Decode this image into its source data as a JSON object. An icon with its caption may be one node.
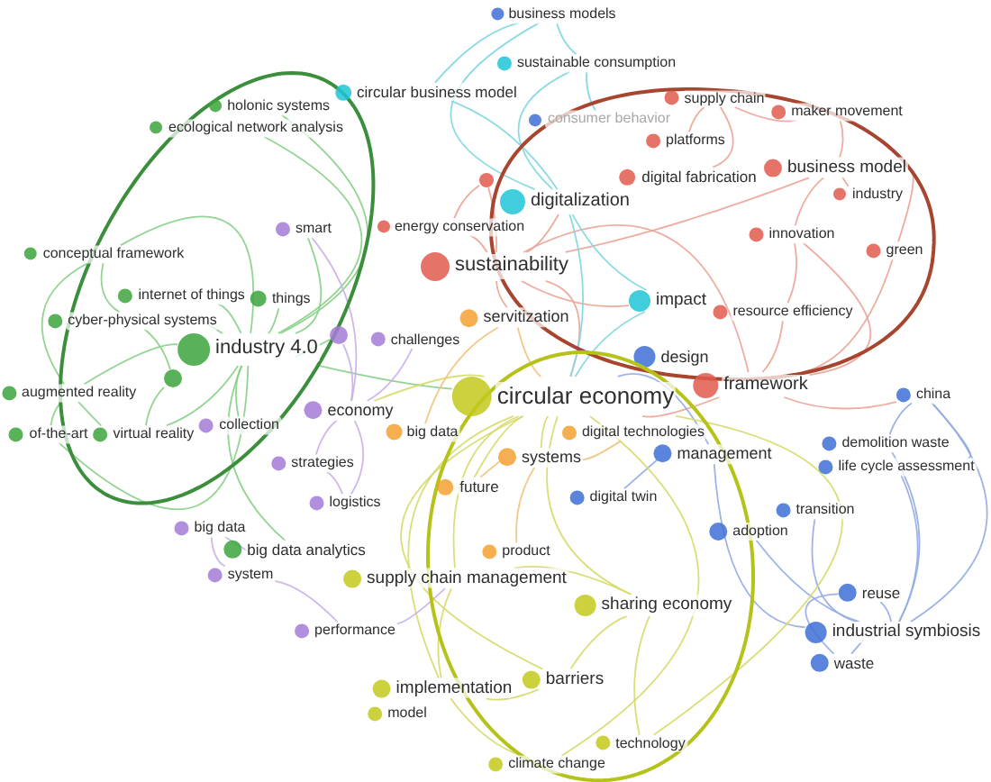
{
  "diagram": {
    "nodes": [
      {
        "text": [],
        "shape": "ellipse"
      },
      {
        "text": [],
        "shape": "ellipse"
      },
      {
        "text": [],
        "shape": "ellipse"
      },
      {
        "text": [
          "business models"
        ]
      },
      {
        "text": [
          "sustainable consumption"
        ]
      },
      {
        "text": [
          "circular business model"
        ]
      },
      {
        "text": [
          "supply chain"
        ],
        "in": 1
      },
      {
        "text": [
          "maker movement"
        ],
        "in": 1
      },
      {
        "text": [
          "holonic systems"
        ],
        "in": 0
      },
      {
        "text": [
          "ecological network analysis"
        ],
        "in": 0
      },
      {
        "text": [
          "consumer behavior"
        ],
        "in": 1
      },
      {
        "text": [
          "platforms"
        ],
        "in": 1
      },
      {
        "text": [
          "business model"
        ],
        "in": 1
      },
      {
        "text": [
          "digital fabrication"
        ],
        "in": 1
      },
      {
        "text": [
          "industry"
        ],
        "in": 1
      },
      {
        "text": [
          "digitalization"
        ],
        "in": 1
      },
      {
        "text": [
          "energy conservation"
        ]
      },
      {
        "text": [
          "smart"
        ],
        "in": 0
      },
      {
        "text": [
          "innovation"
        ],
        "in": 1
      },
      {
        "text": [
          "green"
        ],
        "in": 1
      },
      {
        "text": [
          "conceptual framework"
        ],
        "in": 0
      },
      {
        "text": [
          "sustainability"
        ],
        "in": 1
      },
      {
        "text": [
          "internet of things"
        ],
        "in": 0
      },
      {
        "text": [
          "things"
        ],
        "in": 0
      },
      {
        "text": [
          "impact"
        ],
        "in": 1
      },
      {
        "text": [
          "resource efficiency"
        ],
        "in": 1
      },
      {
        "text": [
          "cyber-physical systems"
        ],
        "in": 0
      },
      {
        "text": [
          "servitization"
        ]
      },
      {
        "text": [
          "challenges"
        ]
      },
      {
        "text": [
          "industry 4.0"
        ],
        "in": 0
      },
      {
        "text": [
          "design"
        ],
        "in": 1
      },
      {
        "text": [
          "framework"
        ]
      },
      {
        "text": [
          "china"
        ]
      },
      {
        "text": [
          "circular economy"
        ],
        "in": 2
      },
      {
        "text": [
          "augmented reality"
        ]
      },
      {
        "text": [
          "big data"
        ]
      },
      {
        "text": [
          "economy"
        ]
      },
      {
        "text": [
          "digital technologies"
        ],
        "in": 2
      },
      {
        "text": [
          "collection"
        ],
        "in": 0
      },
      {
        "text": [
          "of-the-art"
        ]
      },
      {
        "text": [
          "virtual reality"
        ],
        "in": 0
      },
      {
        "text": [
          "demolition waste"
        ]
      },
      {
        "text": [
          "management"
        ]
      },
      {
        "text": [
          "systems"
        ],
        "in": 2
      },
      {
        "text": [
          "life cycle assessment"
        ]
      },
      {
        "text": [
          "strategies"
        ]
      },
      {
        "text": [
          "future"
        ],
        "in": 2
      },
      {
        "text": [
          "digital twin"
        ],
        "in": 2
      },
      {
        "text": [
          "logistics"
        ]
      },
      {
        "text": [
          "transition"
        ]
      },
      {
        "text": [
          "adoption"
        ]
      },
      {
        "text": [
          "big data"
        ]
      },
      {
        "text": [
          "big data analytics"
        ]
      },
      {
        "text": [
          "product"
        ],
        "in": 2
      },
      {
        "text": [
          "system"
        ]
      },
      {
        "text": [
          "supply chain management"
        ],
        "in": 2
      },
      {
        "text": [
          "reuse"
        ]
      },
      {
        "text": [
          "sharing economy"
        ],
        "in": 2
      },
      {
        "text": [
          "performance"
        ]
      },
      {
        "text": [
          "industrial symbiosis"
        ]
      },
      {
        "text": [
          "waste"
        ]
      },
      {
        "text": [
          "barriers"
        ],
        "in": 2
      },
      {
        "text": [
          "implementation"
        ]
      },
      {
        "text": [
          "model"
        ]
      },
      {
        "text": [
          "technology"
        ],
        "in": 2
      },
      {
        "text": [
          "climate change"
        ],
        "in": 2
      },
      {
        "text": [],
        "shape": "circle"
      },
      {
        "text": [],
        "shape": "circle"
      },
      {
        "text": [],
        "shape": "circle",
        "in": 0
      }
    ],
    "edges": [
      {
        "from": 29,
        "to": 22,
        "arrow": "none",
        "color": "#86cf86"
      },
      {
        "from": 29,
        "to": 23,
        "arrow": "none",
        "color": "#86cf86"
      },
      {
        "from": 29,
        "to": 26,
        "arrow": "none",
        "color": "#86cf86"
      },
      {
        "from": 29,
        "to": 34,
        "arrow": "none",
        "color": "#86cf86"
      },
      {
        "from": 29,
        "to": 40,
        "arrow": "none",
        "color": "#86cf86"
      },
      {
        "from": 29,
        "to": 39,
        "arrow": "none",
        "color": "#86cf86"
      },
      {
        "from": 29,
        "to": 20,
        "arrow": "none",
        "color": "#86cf86"
      },
      {
        "from": 29,
        "to": 52,
        "arrow": "none",
        "color": "#86cf86"
      },
      {
        "from": 29,
        "to": 17,
        "arrow": "none",
        "color": "#86cf86"
      },
      {
        "from": 29,
        "to": 8,
        "arrow": "none",
        "color": "#86cf86"
      },
      {
        "from": 29,
        "to": 9,
        "arrow": "none",
        "color": "#86cf86"
      },
      {
        "from": 29,
        "to": 38,
        "arrow": "none",
        "color": "#86cf86"
      },
      {
        "from": 29,
        "to": 33,
        "arrow": "none",
        "color": "#86cf86"
      },
      {
        "from": 34,
        "to": 39,
        "arrow": "none",
        "color": "#86cf86"
      },
      {
        "from": 34,
        "to": 40,
        "arrow": "none",
        "color": "#86cf86"
      },
      {
        "from": 20,
        "to": 26,
        "arrow": "none",
        "color": "#86cf86"
      },
      {
        "from": 20,
        "to": 34,
        "arrow": "none",
        "color": "#86cf86"
      },
      {
        "from": 29,
        "to": 67,
        "arrow": "none",
        "color": "#86cf86"
      },
      {
        "from": 68,
        "to": 26,
        "arrow": "none",
        "color": "#86cf86"
      },
      {
        "from": 68,
        "to": 40,
        "arrow": "none",
        "color": "#86cf86"
      },
      {
        "from": 21,
        "to": 15,
        "arrow": "none"
      },
      {
        "from": 21,
        "to": 16,
        "arrow": "none"
      },
      {
        "from": 21,
        "to": 31,
        "arrow": "none"
      },
      {
        "from": 21,
        "to": 12,
        "arrow": "none"
      },
      {
        "from": 21,
        "to": 33,
        "arrow": "none"
      },
      {
        "from": 21,
        "to": 27,
        "arrow": "none"
      },
      {
        "from": 21,
        "to": 24,
        "arrow": "none"
      },
      {
        "from": 6,
        "to": 11,
        "arrow": "none"
      },
      {
        "from": 6,
        "to": 13,
        "arrow": "none"
      },
      {
        "from": 6,
        "to": 7,
        "arrow": "none"
      },
      {
        "from": 12,
        "to": 7,
        "arrow": "none"
      },
      {
        "from": 12,
        "to": 18,
        "arrow": "none"
      },
      {
        "from": 12,
        "to": 14,
        "arrow": "none"
      },
      {
        "from": 12,
        "to": 19,
        "arrow": "none"
      },
      {
        "from": 31,
        "to": 25,
        "arrow": "none"
      },
      {
        "from": 31,
        "to": 18,
        "arrow": "none"
      },
      {
        "from": 31,
        "to": 19,
        "arrow": "none"
      },
      {
        "from": 31,
        "to": 33,
        "arrow": "none"
      },
      {
        "from": 31,
        "to": 32,
        "arrow": "none"
      },
      {
        "from": 25,
        "to": 18,
        "arrow": "none"
      },
      {
        "from": 21,
        "to": 66,
        "arrow": "none"
      },
      {
        "from": 66,
        "to": 16,
        "arrow": "none"
      },
      {
        "from": 3,
        "to": 4,
        "arrow": "none",
        "color": "#7fd6df"
      },
      {
        "from": 3,
        "to": 5,
        "arrow": "none",
        "color": "#7fd6df"
      },
      {
        "from": 3,
        "to": 15,
        "arrow": "none",
        "color": "#7fd6df"
      },
      {
        "from": 4,
        "to": 10,
        "arrow": "none",
        "color": "#7fd6df"
      },
      {
        "from": 4,
        "to": 15,
        "arrow": "none",
        "color": "#7fd6df"
      },
      {
        "from": 15,
        "to": 24,
        "arrow": "none",
        "color": "#7fd6df"
      },
      {
        "from": 15,
        "to": 33,
        "arrow": "none",
        "color": "#7fd6df"
      },
      {
        "from": 5,
        "to": 15,
        "arrow": "none",
        "color": "#7fd6df"
      },
      {
        "from": 24,
        "to": 33,
        "arrow": "none",
        "color": "#7fd6df"
      },
      {
        "from": 59,
        "to": 56,
        "arrow": "none",
        "color": "#93abe3"
      },
      {
        "from": 59,
        "to": 60,
        "arrow": "none",
        "color": "#93abe3"
      },
      {
        "from": 59,
        "to": 32,
        "arrow": "none",
        "color": "#93abe3"
      },
      {
        "from": 59,
        "to": 41,
        "arrow": "none",
        "color": "#93abe3"
      },
      {
        "from": 59,
        "to": 44,
        "arrow": "none",
        "color": "#93abe3"
      },
      {
        "from": 59,
        "to": 49,
        "arrow": "none",
        "color": "#93abe3"
      },
      {
        "from": 59,
        "to": 42,
        "arrow": "none",
        "color": "#93abe3"
      },
      {
        "from": 59,
        "to": 50,
        "arrow": "none",
        "color": "#93abe3"
      },
      {
        "from": 32,
        "to": 41,
        "arrow": "none",
        "color": "#93abe3"
      },
      {
        "from": 32,
        "to": 44,
        "arrow": "none",
        "color": "#93abe3"
      },
      {
        "from": 42,
        "to": 33,
        "arrow": "none",
        "color": "#93abe3"
      },
      {
        "from": 42,
        "to": 47,
        "arrow": "none",
        "color": "#93abe3"
      },
      {
        "from": 56,
        "to": 60,
        "arrow": "none",
        "color": "#93abe3"
      },
      {
        "from": 33,
        "to": 43,
        "arrow": "none",
        "color": "#d6da6a"
      },
      {
        "from": 33,
        "to": 55,
        "arrow": "none",
        "color": "#d6da6a"
      },
      {
        "from": 33,
        "to": 57,
        "arrow": "none",
        "color": "#d6da6a"
      },
      {
        "from": 33,
        "to": 61,
        "arrow": "none",
        "color": "#d6da6a"
      },
      {
        "from": 33,
        "to": 62,
        "arrow": "none",
        "color": "#d6da6a"
      },
      {
        "from": 33,
        "to": 36,
        "arrow": "none",
        "color": "#d6da6a"
      },
      {
        "from": 33,
        "to": 46,
        "arrow": "none",
        "color": "#d6da6a"
      },
      {
        "from": 33,
        "to": 64,
        "arrow": "none",
        "color": "#d6da6a"
      },
      {
        "from": 33,
        "to": 65,
        "arrow": "none",
        "color": "#d6da6a"
      },
      {
        "from": 57,
        "to": 61,
        "arrow": "none",
        "color": "#d6da6a"
      },
      {
        "from": 57,
        "to": 55,
        "arrow": "none",
        "color": "#d6da6a"
      },
      {
        "from": 57,
        "to": 64,
        "arrow": "none",
        "color": "#d6da6a"
      },
      {
        "from": 62,
        "to": 61,
        "arrow": "none",
        "color": "#d6da6a"
      },
      {
        "from": 62,
        "to": 65,
        "arrow": "none",
        "color": "#d6da6a"
      },
      {
        "from": 55,
        "to": 62,
        "arrow": "none",
        "color": "#d6da6a"
      },
      {
        "from": 36,
        "to": 45,
        "arrow": "none",
        "color": "#c9b0e8"
      },
      {
        "from": 36,
        "to": 48,
        "arrow": "none",
        "color": "#c9b0e8"
      },
      {
        "from": 36,
        "to": 28,
        "arrow": "none",
        "color": "#c9b0e8"
      },
      {
        "from": 36,
        "to": 17,
        "arrow": "none",
        "color": "#c9b0e8"
      },
      {
        "from": 51,
        "to": 54,
        "arrow": "none",
        "color": "#c9b0e8"
      },
      {
        "from": 51,
        "to": 52,
        "arrow": "none",
        "color": "#c9b0e8"
      },
      {
        "from": 58,
        "to": 54,
        "arrow": "none",
        "color": "#c9b0e8"
      },
      {
        "from": 58,
        "to": 55,
        "arrow": "none",
        "color": "#c9b0e8"
      },
      {
        "from": 48,
        "to": 45,
        "arrow": "none",
        "color": "#c9b0e8"
      },
      {
        "from": 36,
        "to": 67,
        "arrow": "none",
        "color": "#c9b0e8"
      },
      {
        "from": 43,
        "to": 46,
        "arrow": "none",
        "color": "#f2c27c"
      },
      {
        "from": 43,
        "to": 53,
        "arrow": "none",
        "color": "#f2c27c"
      },
      {
        "from": 43,
        "to": 37,
        "arrow": "none",
        "color": "#f2c27c"
      },
      {
        "from": 27,
        "to": 35,
        "arrow": "none",
        "color": "#f2c27c"
      },
      {
        "from": 27,
        "to": 33,
        "arrow": "none",
        "color": "#f2c27c"
      }
    ]
  }
}
